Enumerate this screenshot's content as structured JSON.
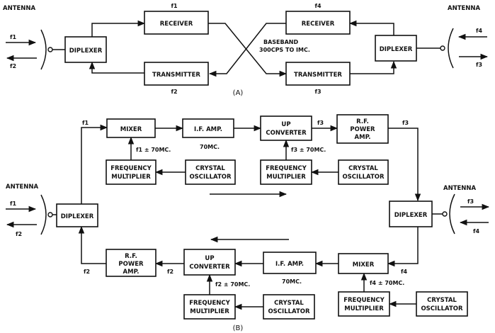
{
  "antenna": "ANTENNA",
  "freq": {
    "f1": "f1",
    "f2": "f2",
    "f3": "f3",
    "f4": "f4"
  },
  "blocks": {
    "diplexer": "DIPLEXER",
    "receiver": "RECEIVER",
    "transmitter": "TRANSMITTER",
    "mixer": "MIXER",
    "if_amp": "I.F. AMP.",
    "up": "UP",
    "converter": "CONVERTER",
    "rf_power_1": "R.F.",
    "rf_power_2": "POWER",
    "rf_power_3": "AMP.",
    "frequency": "FREQUENCY",
    "multiplier": "MULTIPLIER",
    "crystal": "CRYSTAL",
    "oscillator": "OSCILLATOR"
  },
  "baseband": {
    "line1": "BASEBAND",
    "line2": "300CPS TO IMC."
  },
  "notes": {
    "if_70": "70MC.",
    "f1_70": "f1 ± 70MC.",
    "f2_70": "f2 ± 70MC.",
    "f3_70": "f3 ± 70MC.",
    "f4_70": "f4 ± 70MC."
  },
  "captions": {
    "a": "(A)",
    "b": "(B)"
  }
}
